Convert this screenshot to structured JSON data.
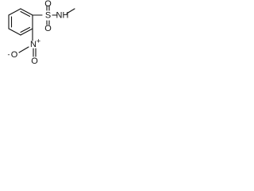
{
  "molecule": {
    "atoms": {
      "sulfur": "S",
      "oxygen_top": "O",
      "oxygen_bottom": "O",
      "amine": "NH",
      "nitro_nitrogen": "N",
      "nitro_plus": "+",
      "nitro_oxygen_left": "O",
      "nitro_minus": "-",
      "nitro_oxygen_right": "O"
    }
  }
}
